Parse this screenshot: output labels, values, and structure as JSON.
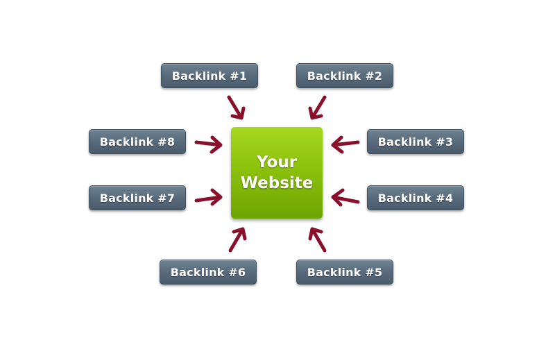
{
  "center": {
    "line1": "Your",
    "line2": "Website",
    "color": "#8cc20c"
  },
  "backlinks": [
    {
      "label": "Backlink #1"
    },
    {
      "label": "Backlink #2"
    },
    {
      "label": "Backlink #3"
    },
    {
      "label": "Backlink #4"
    },
    {
      "label": "Backlink #5"
    },
    {
      "label": "Backlink #6"
    },
    {
      "label": "Backlink #7"
    },
    {
      "label": "Backlink #8"
    }
  ],
  "colors": {
    "backlink_box": "#56697a",
    "arrow": "#8a0f2a"
  }
}
